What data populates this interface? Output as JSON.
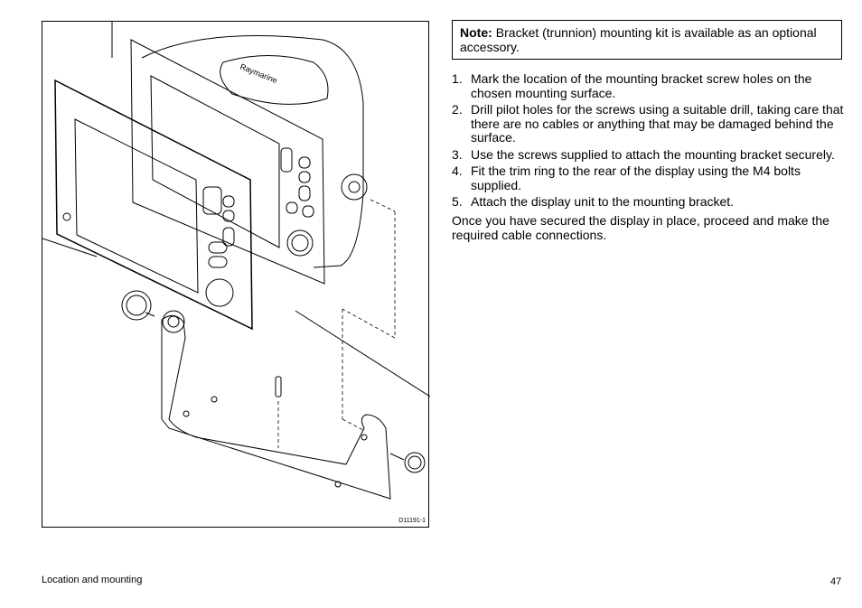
{
  "figure": {
    "id_label": "D11191-1",
    "brand_text": "Raymarine"
  },
  "note": {
    "label": "Note:",
    "text": "Bracket (trunnion) mounting kit is available as an optional accessory."
  },
  "steps": [
    {
      "number": "1.",
      "text": "Mark the location of the mounting bracket screw holes on the chosen mounting surface."
    },
    {
      "number": "2.",
      "text": "Drill pilot holes for the screws using a suitable drill, taking care that there are no cables or anything that may be damaged behind the surface."
    },
    {
      "number": "3.",
      "text": "Use the screws supplied to attach the mounting bracket securely."
    },
    {
      "number": "4.",
      "text": "Fit the trim ring to the rear of the display using the M4 bolts supplied."
    },
    {
      "number": "5.",
      "text": "Attach the display unit to the mounting bracket."
    }
  ],
  "closing": "Once you have secured the display in place, proceed and make the required cable connections.",
  "footer": {
    "section": "Location and mounting",
    "page_number": "47"
  }
}
